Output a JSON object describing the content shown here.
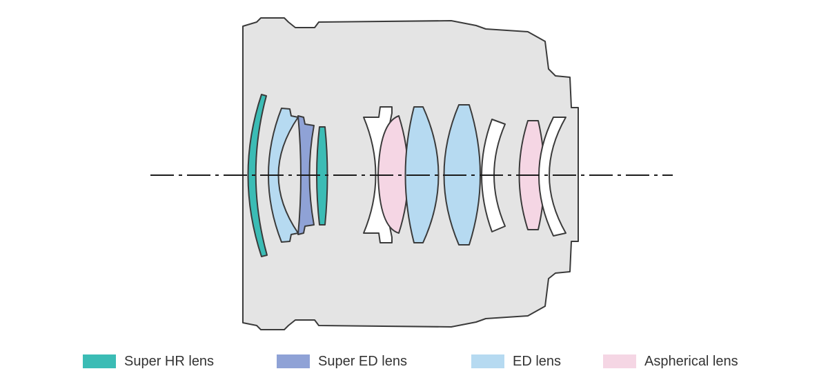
{
  "colors": {
    "super_hr": "#3bbcb5",
    "super_ed": "#8fa2d6",
    "ed": "#b6daf1",
    "aspherical": "#f5d6e4",
    "plain": "#ffffff",
    "barrel": "#e4e4e4",
    "outline": "#3a3a3a"
  },
  "legend": {
    "items": [
      {
        "key": "super_hr",
        "label": "Super HR lens"
      },
      {
        "key": "super_ed",
        "label": "Super ED lens"
      },
      {
        "key": "ed",
        "label": "ED lens"
      },
      {
        "key": "aspherical",
        "label": "Aspherical lens"
      }
    ]
  },
  "lens_elements": [
    {
      "order": 1,
      "type": "super_hr"
    },
    {
      "order": 2,
      "type": "ed"
    },
    {
      "order": 3,
      "type": "super_ed"
    },
    {
      "order": 4,
      "type": "super_hr"
    },
    {
      "order": 5,
      "type": "plain"
    },
    {
      "order": 6,
      "type": "aspherical"
    },
    {
      "order": 7,
      "type": "ed"
    },
    {
      "order": 8,
      "type": "ed"
    },
    {
      "order": 9,
      "type": "plain"
    },
    {
      "order": 10,
      "type": "aspherical"
    },
    {
      "order": 11,
      "type": "plain"
    }
  ]
}
